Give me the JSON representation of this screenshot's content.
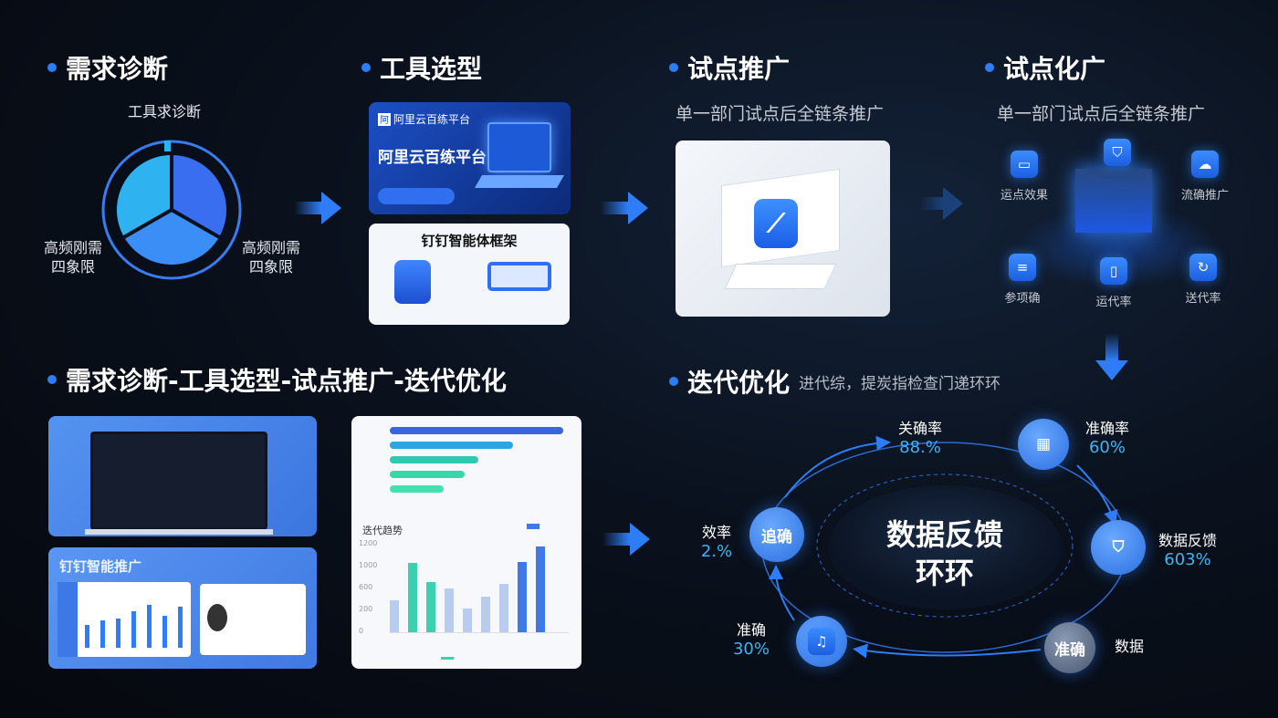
{
  "sections": {
    "diagnosis": {
      "title": "需求诊断",
      "pie_top_label": "工具求诊断",
      "pie_left_label": [
        "高频刚需",
        "四象限"
      ],
      "pie_right_label": [
        "高频刚需",
        "四象限"
      ]
    },
    "tool_selection": {
      "title": "工具选型",
      "card1_logo_text": "阿里云百练平台",
      "card1_title": "阿里云百练平台",
      "card2_title": "钉钉智能体框架"
    },
    "pilot": {
      "title": "试点推广",
      "subtitle": "单一部门试点后全链条推广"
    },
    "pilot_scale": {
      "title": "试点化广",
      "subtitle": "单一部门试点后全链条推广",
      "icons": [
        {
          "label": "运点效果",
          "icon": "screen-icon"
        },
        {
          "label": "",
          "icon": "shield-icon"
        },
        {
          "label": "流确推广",
          "icon": "cloud-icon"
        },
        {
          "label": "参项确",
          "icon": "document-icon"
        },
        {
          "label": "运代率",
          "icon": "phone-icon"
        },
        {
          "label": "送代率",
          "icon": "refresh-icon"
        }
      ]
    },
    "process": {
      "title": "需求诊断-工具选型-试点推广-迭代优化",
      "promo_title": "钉钉智能推广",
      "chart_title": "迭代趋势",
      "hbars": [
        1.0,
        0.71,
        0.51,
        0.43,
        0.31
      ],
      "vbars": [
        0.36,
        0.78,
        0.57,
        0.5,
        0.27,
        0.4,
        0.55,
        0.79,
        0.97
      ],
      "y_ticks": [
        "0",
        "200",
        "600",
        "1000",
        "1200"
      ]
    },
    "iteration": {
      "title": "迭代优化",
      "subtitle": "进代综，提炭指检查门递环环",
      "center": [
        "数据反馈",
        "环环"
      ],
      "nodes": [
        {
          "label": "关确率",
          "value": "88.%"
        },
        {
          "label": "准确率",
          "value": "60%",
          "icon": "chart-icon"
        },
        {
          "label": "数据反馈",
          "value": "603%",
          "icon": "shield-icon"
        },
        {
          "label": "数据",
          "node_text": "准确"
        },
        {
          "label": "准确",
          "value": "30%",
          "icon": "music-icon"
        },
        {
          "label": "效率",
          "value": "2.%",
          "node_text": "追确"
        }
      ]
    }
  },
  "colors": {
    "accent": "#2f7df6",
    "value": "#3fb4f5",
    "background": "#0a111d"
  }
}
